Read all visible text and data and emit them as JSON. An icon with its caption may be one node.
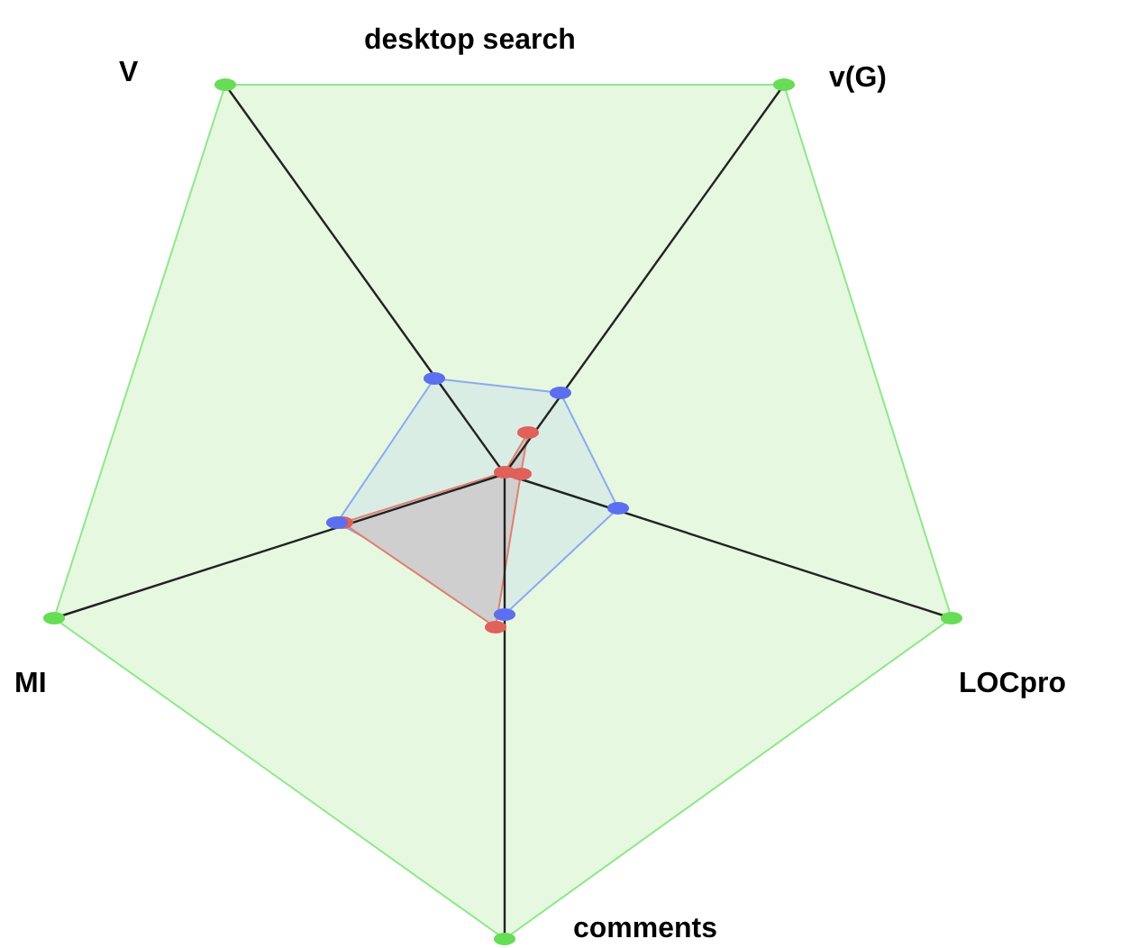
{
  "diagram": {
    "title": "desktop search",
    "labels": [
      "V",
      "v(G)",
      "MI",
      "LOCpro",
      "comments"
    ]
  }
}
